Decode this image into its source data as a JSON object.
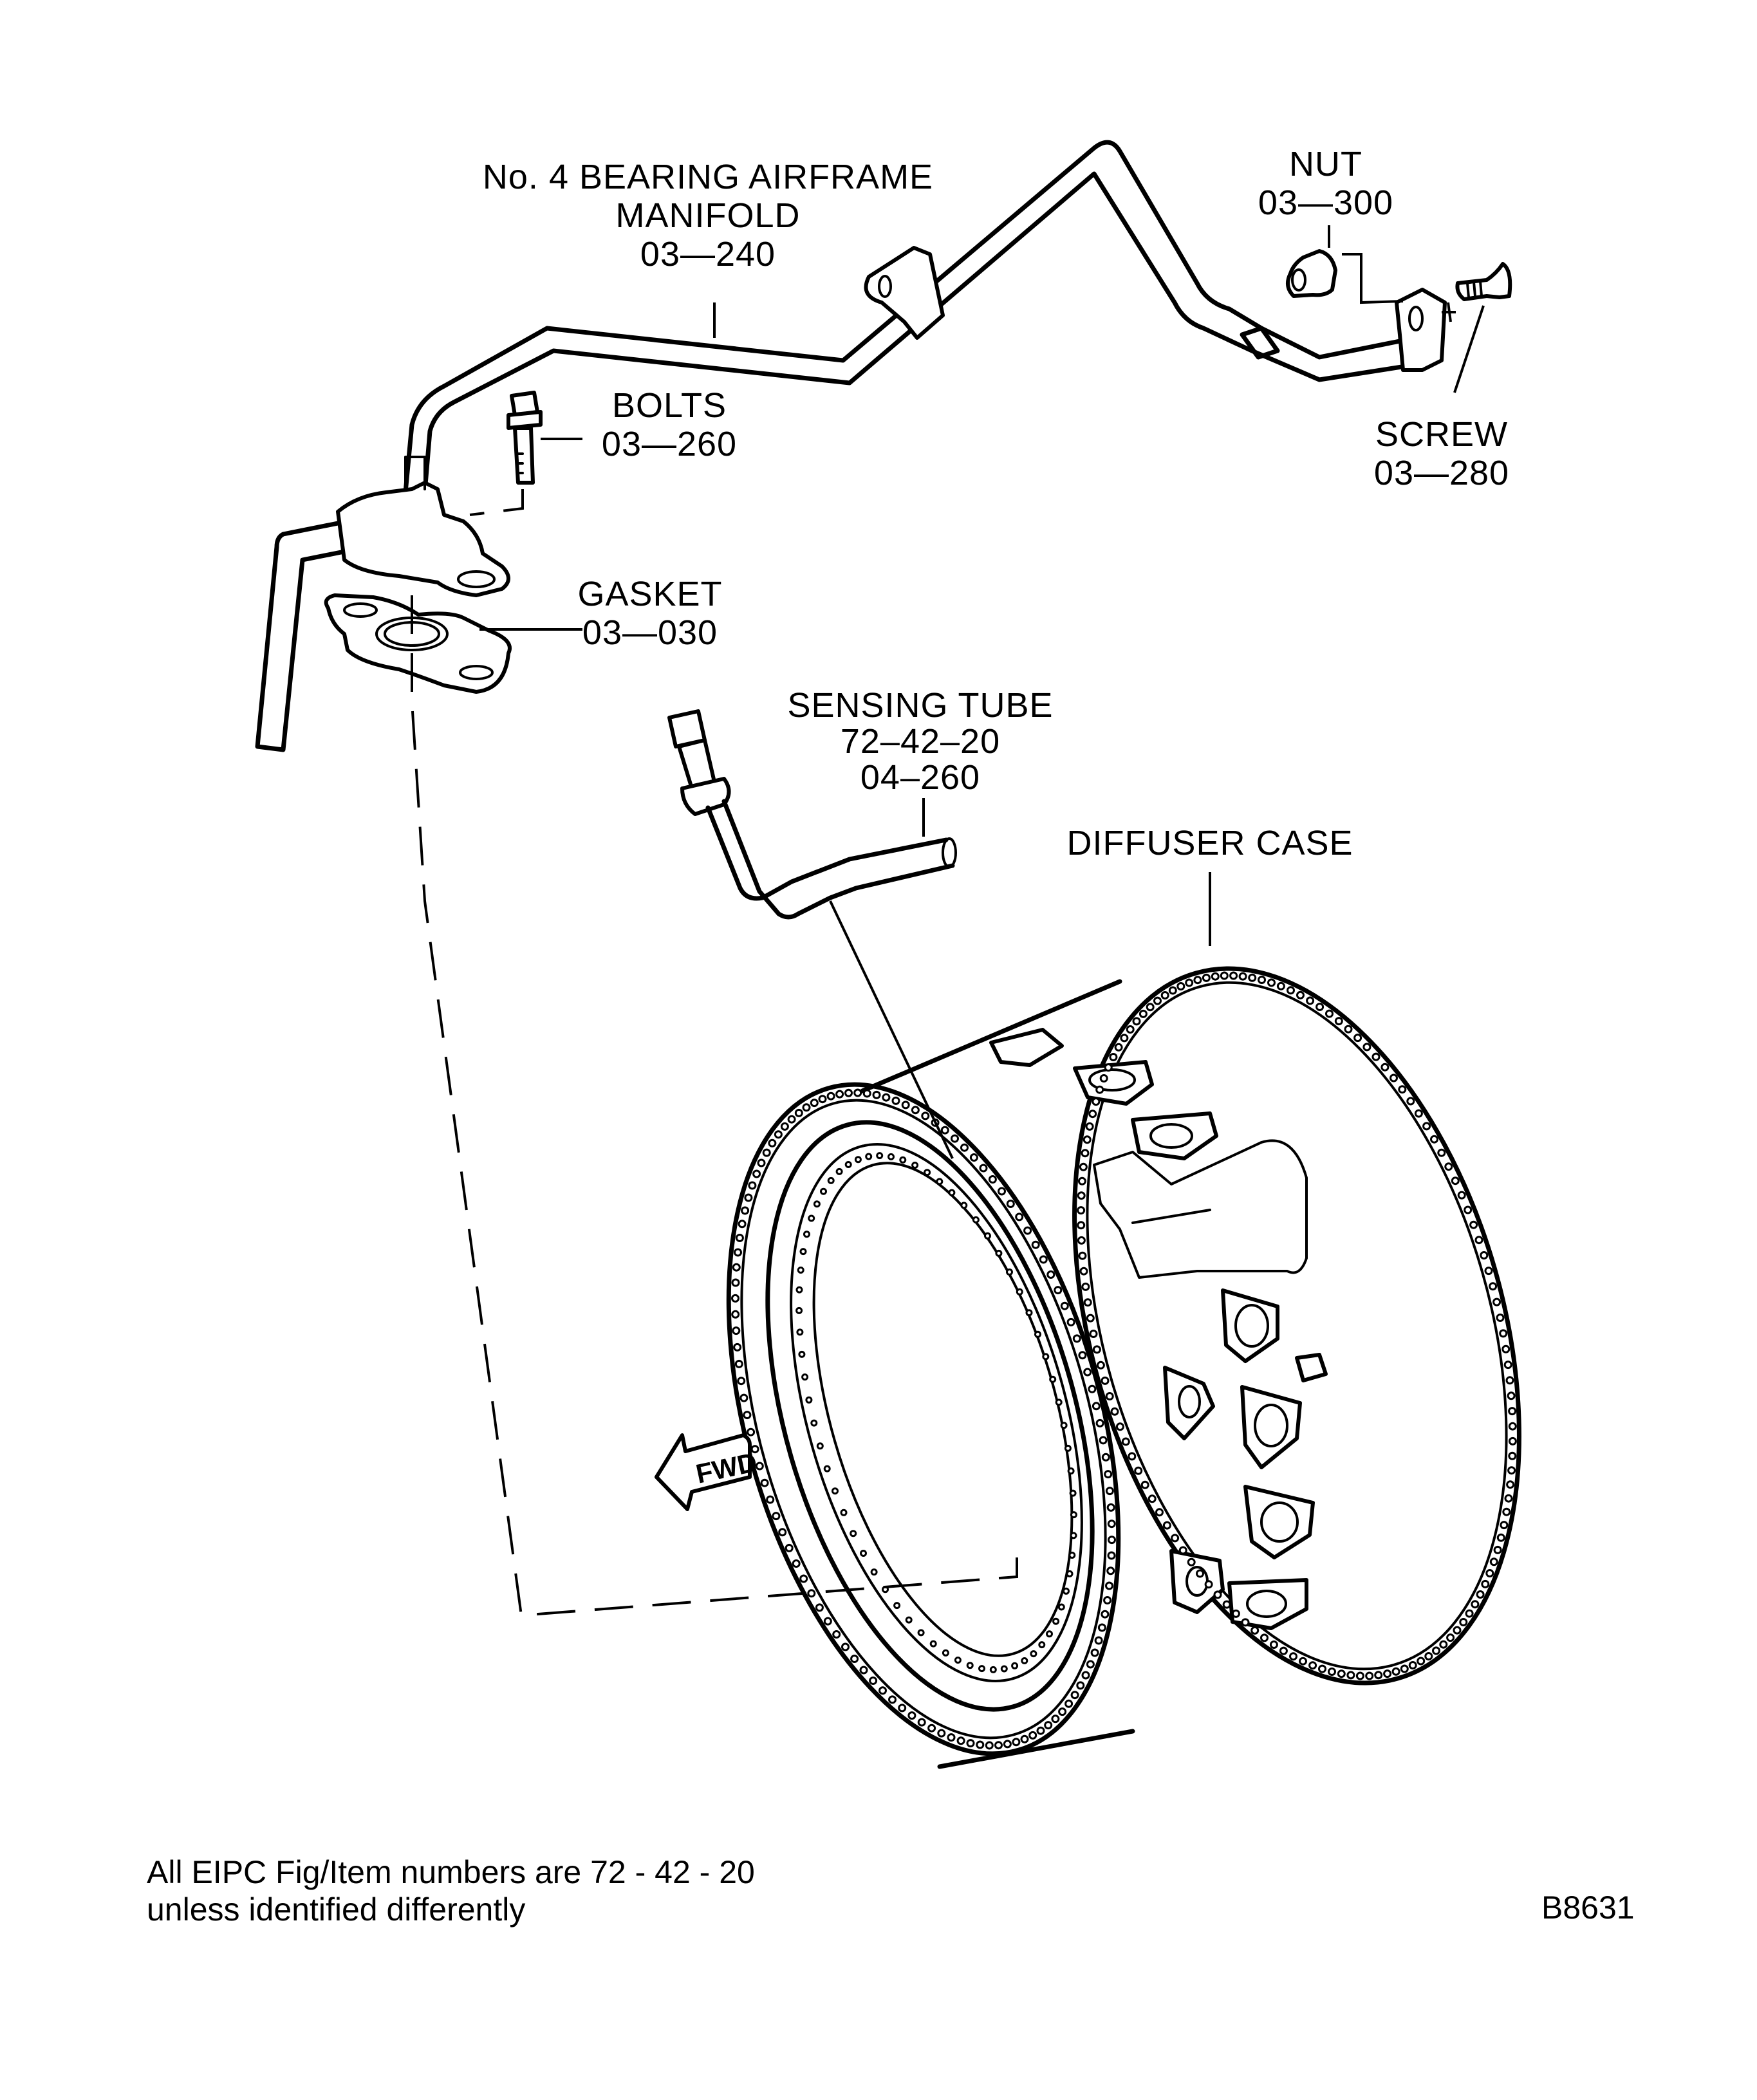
{
  "figure": {
    "id": "B8631",
    "note_line1": "All EIPC Fig/Item numbers are 72 - 42 - 20",
    "note_line2": "unless identified differently",
    "direction_marker": "FWD"
  },
  "callouts": {
    "manifold": {
      "name_line1": "No. 4 BEARING AIRFRAME",
      "name_line2": "MANIFOLD",
      "item": "03—240"
    },
    "nut": {
      "name": "NUT",
      "item": "03—300"
    },
    "screw": {
      "name": "SCREW",
      "item": "03—280"
    },
    "bolts": {
      "name": "BOLTS",
      "item": "03—260"
    },
    "gasket": {
      "name": "GASKET",
      "item": "03—030"
    },
    "sensing_tube": {
      "name": "SENSING TUBE",
      "fig": "72–42–20",
      "item": "04–260"
    },
    "diffuser_case": {
      "name": "DIFFUSER CASE"
    }
  }
}
